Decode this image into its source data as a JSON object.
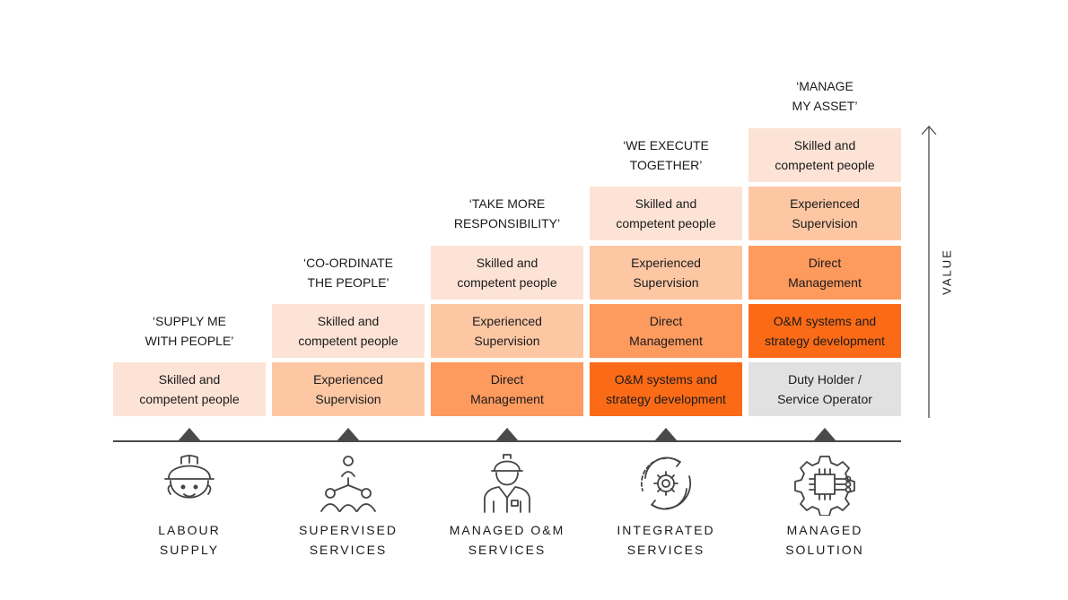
{
  "axis_label": "VALUE",
  "tiers": [
    {
      "quote": "‘SUPPLY ME\nWITH PEOPLE’",
      "label": "LABOUR\nSUPPLY",
      "icon": "construction-worker-icon",
      "boxes": [
        "Skilled and\ncompetent people"
      ]
    },
    {
      "quote": "‘CO-ORDINATE\nTHE PEOPLE’",
      "label": "SUPERVISED\nSERVICES",
      "icon": "team-hierarchy-icon",
      "boxes": [
        "Skilled and\ncompetent people",
        "Experienced\nSupervision"
      ]
    },
    {
      "quote": "‘TAKE MORE\nRESPONSIBILITY’",
      "label": "MANAGED O&M\nSERVICES",
      "icon": "engineer-icon",
      "boxes": [
        "Skilled and\ncompetent people",
        "Experienced\nSupervision",
        "Direct\nManagement"
      ]
    },
    {
      "quote": "‘WE EXECUTE\nTOGETHER’",
      "label": "INTEGRATED\nSERVICES",
      "icon": "gear-cycle-icon",
      "boxes": [
        "Skilled and\ncompetent people",
        "Experienced\nSupervision",
        "Direct\nManagement",
        "O&M systems and\nstrategy development"
      ]
    },
    {
      "quote": "‘MANAGE\nMY ASSET’",
      "label": "MANAGED\nSOLUTION",
      "icon": "gear-chip-icon",
      "boxes": [
        "Skilled and\ncompetent people",
        "Experienced\nSupervision",
        "Direct\nManagement",
        "O&M systems and\nstrategy development",
        "Duty Holder /\nService Operator"
      ]
    }
  ],
  "colors": {
    "level1": "#fde3d6",
    "level2": "#fdc7a4",
    "level3": "#fd9a5e",
    "level4": "#fb6b17",
    "level5": "#e1e1e1",
    "line": "#4a4a4a",
    "icon_stroke": "#444444"
  }
}
